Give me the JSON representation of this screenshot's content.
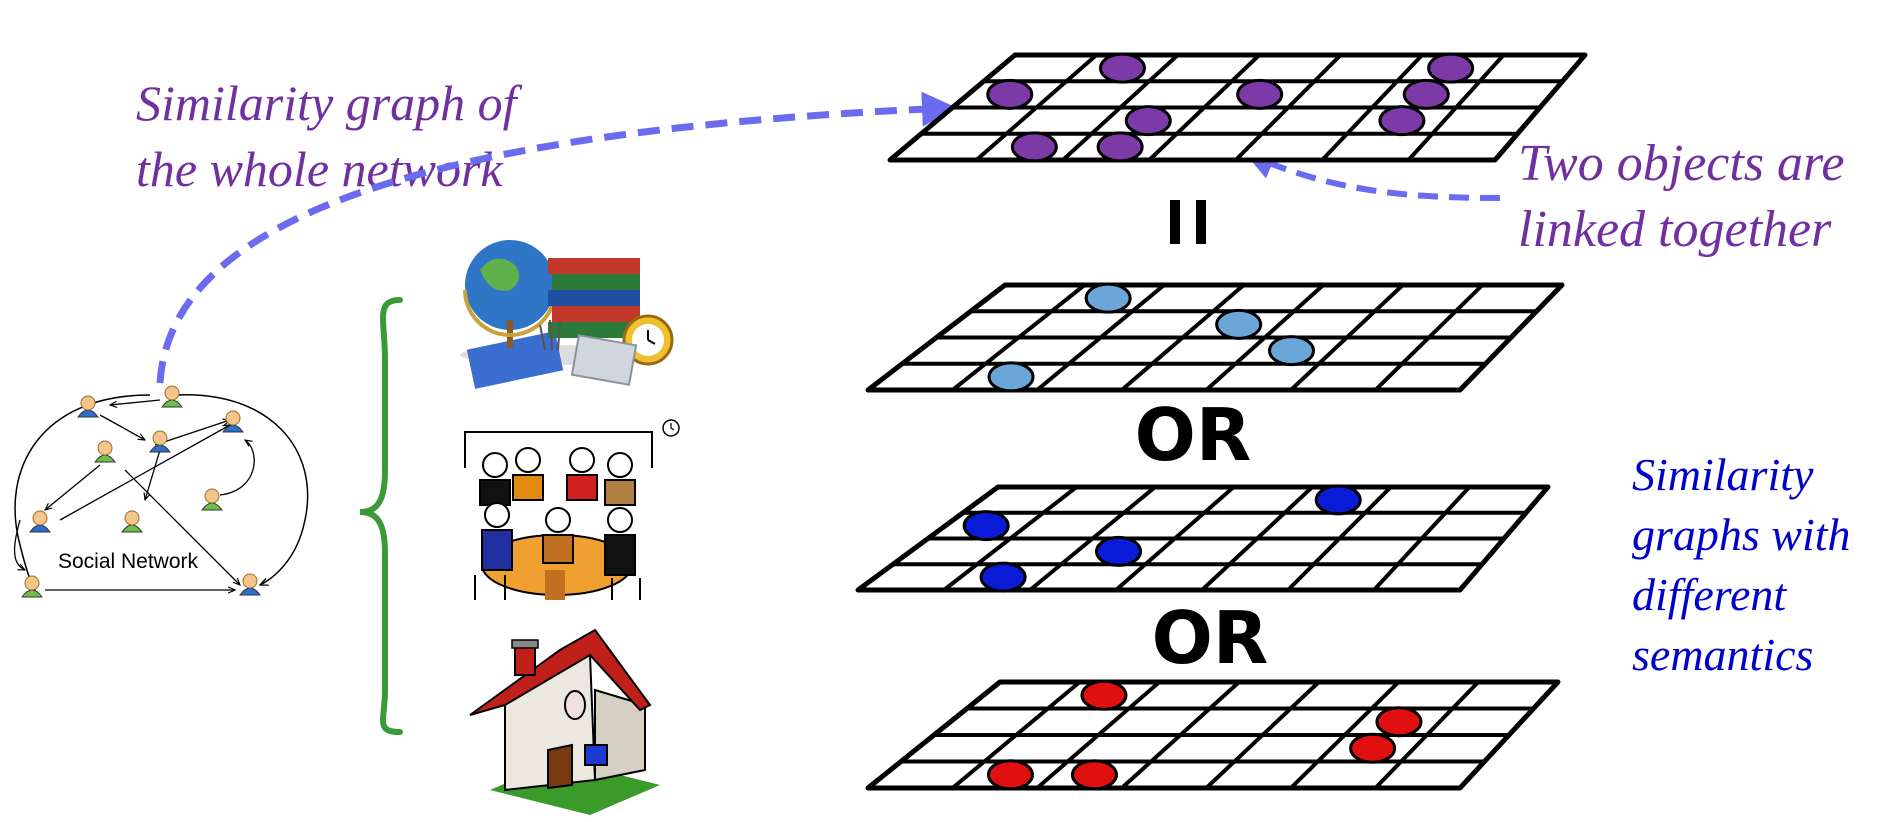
{
  "annotations": {
    "whole_network_line1": "Similarity graph of",
    "whole_network_line2": "the whole network",
    "linked_line1": "Two objects are",
    "linked_line2": "linked together",
    "semantics_line1": "Similarity",
    "semantics_line2": "graphs with",
    "semantics_line3": "different",
    "semantics_line4": "semantics"
  },
  "operators": {
    "equals": "=",
    "or_1": "OR",
    "or_2": "OR"
  },
  "social_network": {
    "label": "Social Network"
  },
  "colors": {
    "purple_text": "#7030a0",
    "blue_text": "#0000cc",
    "arrow_dash": "#6b6bf0",
    "brace": "#3a9a3a",
    "grid_all": "#7b3aa6",
    "grid_education": "#6aa6d8",
    "grid_meeting": "#0a1bd8",
    "grid_home": "#e01010"
  },
  "semantic_icons": [
    "education-icon",
    "meeting-icon",
    "house-icon"
  ]
}
